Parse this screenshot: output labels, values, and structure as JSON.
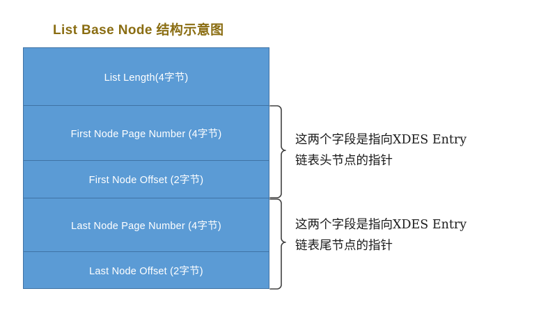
{
  "title": "List Base Node 结构示意图",
  "colors": {
    "title": "#8a6d12",
    "row_fill": "#5b9bd5",
    "row_border": "#3f72a4",
    "row_text": "#ffffff",
    "annotation_text": "#1a1a1a",
    "brace_stroke": "#404040",
    "background": "#ffffff"
  },
  "struct": {
    "rows": [
      {
        "label": "List Length(4字节)"
      },
      {
        "label": "First Node Page Number (4字节)"
      },
      {
        "label": "First Node Offset (2字节)"
      },
      {
        "label": "Last Node Page Number (4字节)"
      },
      {
        "label": "Last Node Offset (2字节)"
      }
    ]
  },
  "annotations": [
    {
      "line1": "这两个字段是指向XDES Entry",
      "line2": "链表头节点的指针"
    },
    {
      "line1": "这两个字段是指向XDES Entry",
      "line2": "链表尾节点的指针"
    }
  ]
}
